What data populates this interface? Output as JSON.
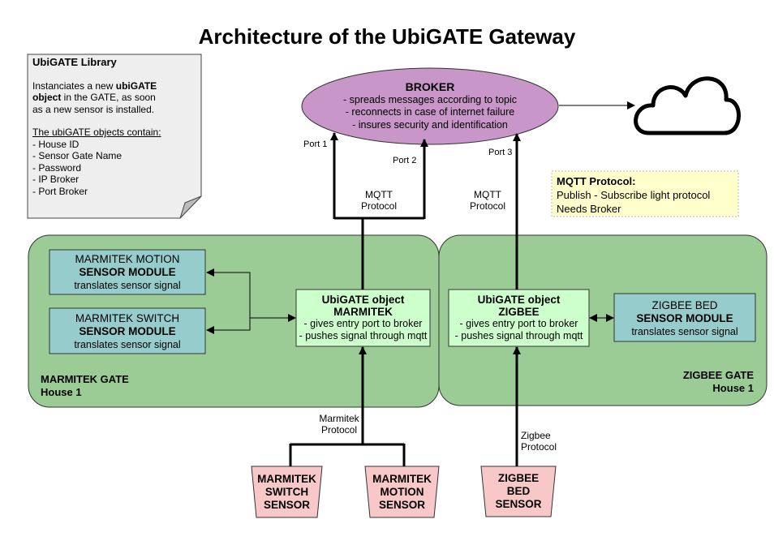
{
  "title": "Architecture of the UbiGATE Gateway",
  "library_note": {
    "heading": "UbiGATE Library",
    "desc_pre": "Instanciates a new ",
    "desc_bold1": "ubiGATE",
    "desc_bold2": "object",
    "desc_mid": " in the GATE,  as soon",
    "desc_end": "as a new sensor is installed.",
    "list_heading": "The ubiGATE objects contain:",
    "items": [
      "- House ID",
      "- Sensor Gate Name",
      "- Password",
      "- IP Broker",
      "- Port Broker"
    ]
  },
  "broker": {
    "title": "BROKER",
    "lines": [
      "- spreads messages according to topic",
      "- reconnects in case of internet failure",
      "- insures security and identification"
    ]
  },
  "ports": [
    "Port 1",
    "Port 2",
    "Port 3"
  ],
  "protocols": {
    "mqtt_line1": "MQTT",
    "mqtt_line2": "Protocol",
    "marmitek_line1": "Marmitek",
    "marmitek_line2": "Protocol",
    "zigbee_line1": "Zigbee",
    "zigbee_line2": "Protocol"
  },
  "mqtt_note": {
    "heading": "MQTT Protocol:",
    "line1": "Publish - Subscribe light protocol",
    "line2": "Needs Broker"
  },
  "modules": [
    {
      "line1": "MARMITEK MOTION",
      "line2": "SENSOR MODULE",
      "line3": "translates sensor signal"
    },
    {
      "line1": "MARMITEK SWITCH",
      "line2": "SENSOR MODULE",
      "line3": "translates sensor signal"
    },
    {
      "line1": "ZIGBEE BED",
      "line2": "SENSOR MODULE",
      "line3": "translates sensor signal"
    }
  ],
  "objects": [
    {
      "line1": "UbiGATE object",
      "line2": "MARMITEK",
      "line3": "- gives entry port to broker",
      "line4": "- pushes signal through mqtt"
    },
    {
      "line1": "UbiGATE object",
      "line2": "ZIGBEE",
      "line3": "- gives entry port to broker",
      "line4": "- pushes signal through mqtt"
    }
  ],
  "gates": [
    {
      "name": "MARMITEK GATE",
      "house": "House 1"
    },
    {
      "name": "ZIGBEE GATE",
      "house": "House 1"
    }
  ],
  "sensors": [
    {
      "line1": "MARMITEK",
      "line2": "SWITCH",
      "line3": "SENSOR"
    },
    {
      "line1": "MARMITEK",
      "line2": "MOTION",
      "line3": "SENSOR"
    },
    {
      "line1": "ZIGBEE",
      "line2": "BED",
      "line3": "SENSOR"
    }
  ],
  "colors": {
    "gate_fill": "#9ccc95",
    "broker_fill": "#c896c8",
    "module_fill": "#96cccc",
    "object_fill": "#ccffcc",
    "sensor_fill": "#f8c8c8",
    "note_fill": "#ffffcc",
    "library_fill": "#eeeeee"
  }
}
